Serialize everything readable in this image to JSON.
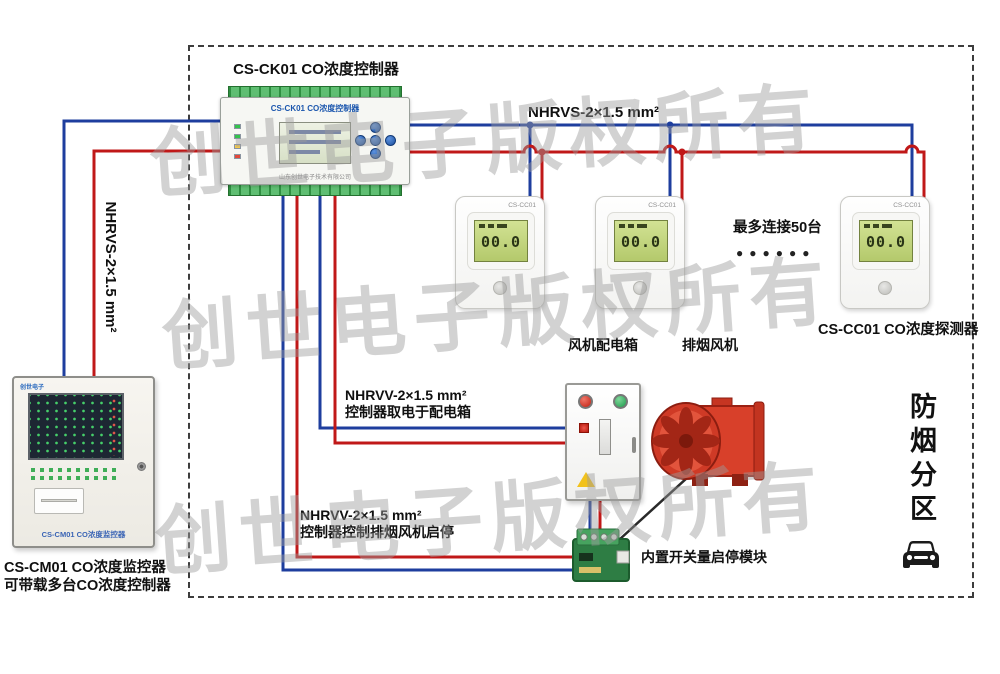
{
  "watermark": {
    "text": "创世电子版权所有"
  },
  "labels": {
    "controller_title": "CS-CK01 CO浓度控制器",
    "nhrvs_top": "NHRVS-2×1.5 mm²",
    "nhrvs_left": "NHRVS-2×1.5 mm²",
    "max_connect": "最多连接50台",
    "dots": "●●●●●●",
    "detector_caption": "CS-CC01 CO浓度探测器",
    "fan_box_caption": "风机配电箱",
    "fan_caption": "排烟风机",
    "nhrvv_power": {
      "line1": "NHRVV-2×1.5 mm²",
      "line2": "控制器取电于配电箱"
    },
    "nhrvv_control": {
      "line1": "NHRVV-2×1.5 mm²",
      "line2": "控制器控制排烟风机启停"
    },
    "module_caption": "内置开关量启停模块",
    "zone": "防烟分区",
    "monitor_caption_line1": "CS-CM01 CO浓度监控器",
    "monitor_caption_line2": "可带载多台CO浓度控制器"
  },
  "controller": {
    "face_title": "CS-CK01 CO浓度控制器",
    "company": "山东创世电子技术有限公司"
  },
  "detectors": [
    {
      "model": "CS-CC01",
      "lcd_value": "00.0"
    },
    {
      "model": "CS-CC01",
      "lcd_value": "00.0"
    },
    {
      "model": "CS-CC01",
      "lcd_value": "00.0"
    }
  ],
  "monitor": {
    "brand": "创世电子",
    "face_caption": "CS-CM01 CO浓度监控器"
  },
  "colors": {
    "wire_red": "#c01818",
    "wire_blue": "#1e3e9e",
    "black_wire": "#2a2a2a"
  }
}
